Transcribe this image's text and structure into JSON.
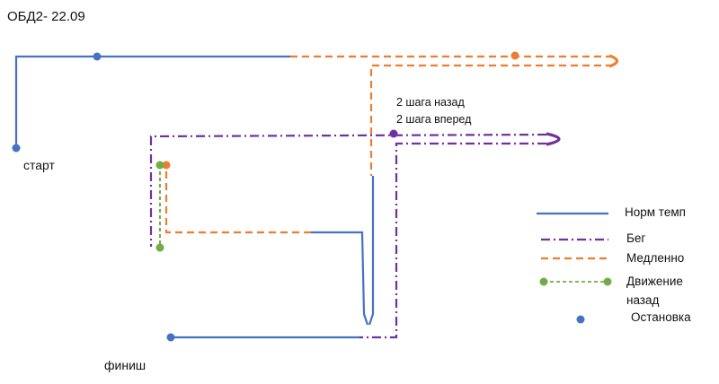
{
  "title": "ОБД2- 22.09",
  "labels": {
    "start": "старт",
    "finish": "финиш",
    "note_back": "2 шага назад",
    "note_forward": "2 шага вперед"
  },
  "legend": {
    "norm": "Норм темп",
    "run": "Бег",
    "slow": "Медленно",
    "back": "Движение назад",
    "stop": "Остановка"
  },
  "colors": {
    "norm": "#4472C4",
    "run": "#7030A0",
    "slow": "#ED7D31",
    "back": "#70AD47",
    "stop": "#4472C4"
  }
}
